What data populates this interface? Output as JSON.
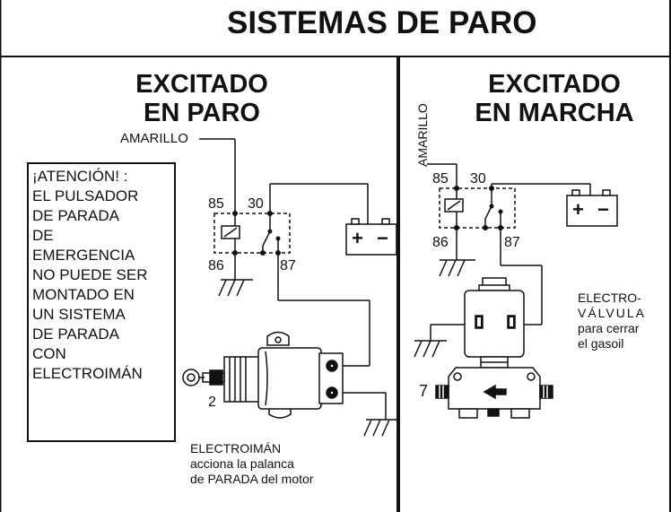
{
  "header": {
    "title": "SISTEMAS DE PARO"
  },
  "left": {
    "heading_line1": "EXCITADO",
    "heading_line2": "EN PARO",
    "wire_label": "AMARILLO",
    "pin_85": "85",
    "pin_30": "30",
    "pin_86": "86",
    "pin_87": "87",
    "warning_lines": [
      "¡ATENCIÓN! :",
      "EL PULSADOR",
      "DE PARADA",
      "DE",
      "EMERGENCIA",
      "NO PUEDE SER",
      "MONTADO EN",
      "UN SISTEMA",
      "DE PARADA",
      "CON",
      "ELECTROIMÁN"
    ],
    "component_number": "2",
    "caption_lines": [
      "ELECTROIMÁN",
      "acciona la palanca",
      "de PARADA del motor"
    ]
  },
  "right": {
    "heading_line1": "EXCITADO",
    "heading_line2": "EN MARCHA",
    "wire_label": "AMARILLO",
    "pin_85": "85",
    "pin_30": "30",
    "pin_86": "86",
    "pin_87": "87",
    "component_number": "7",
    "caption_lines": [
      "ELECTRO-",
      "VÁLVULA",
      "para cerrar",
      "el gasoil"
    ]
  },
  "battery": {
    "plus": "+",
    "minus": "−"
  }
}
